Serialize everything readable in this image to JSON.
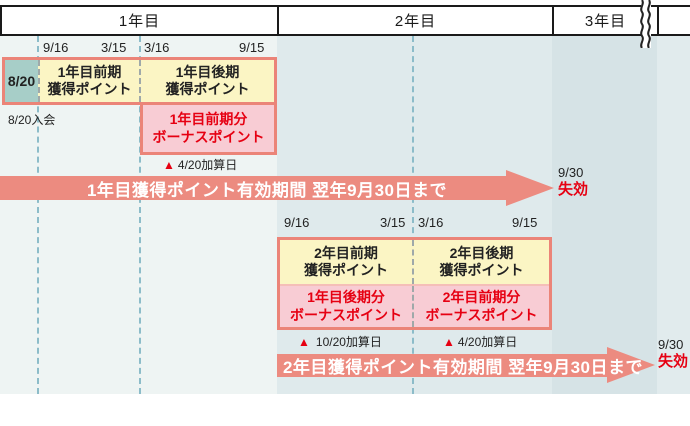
{
  "header": {
    "years": [
      "1年目",
      "2年目",
      "3年目"
    ]
  },
  "year1": {
    "dates": [
      "9/16",
      "3/15",
      "3/16",
      "9/15"
    ],
    "enroll_cell": "8/20",
    "enroll_note": "8/20入会",
    "first_half": {
      "line1": "1年目前期",
      "line2": "獲得ポイント"
    },
    "second_half": {
      "line1": "1年目後期",
      "line2": "獲得ポイント"
    },
    "bonus": {
      "line1": "1年目前期分",
      "line2": "ボーナスポイント"
    },
    "add_date": {
      "icon": "▲",
      "label": "4/20加算日"
    },
    "validity_arrow": "1年目獲得ポイント有効期間 翌年9月30日まで",
    "expiry": {
      "date": "9/30",
      "label": "失効"
    }
  },
  "year2": {
    "dates": [
      "9/16",
      "3/15",
      "3/16",
      "9/15"
    ],
    "first_half": {
      "line1": "2年目前期",
      "line2": "獲得ポイント"
    },
    "second_half": {
      "line1": "2年目後期",
      "line2": "獲得ポイント"
    },
    "bonus_prev": {
      "line1": "1年目後期分",
      "line2": "ボーナスポイント"
    },
    "bonus_current": {
      "line1": "2年目前期分",
      "line2": "ボーナスポイント"
    },
    "add_date_first": {
      "icon": "▲",
      "label": "10/20加算日"
    },
    "add_date_second": {
      "icon": "▲",
      "label": "4/20加算日"
    },
    "validity_arrow": "2年目獲得ポイント有効期間 翌年9月30日まで",
    "expiry": {
      "date": "9/30",
      "label": "失効"
    }
  },
  "colors": {
    "accent_salmon": "#ec8b80",
    "box_yellow": "#fbf5c4",
    "box_pink": "#f8ccd4",
    "cell_teal": "#a7cec8",
    "text_red": "#e60012",
    "dashed_blue": "#8cbcc9"
  }
}
